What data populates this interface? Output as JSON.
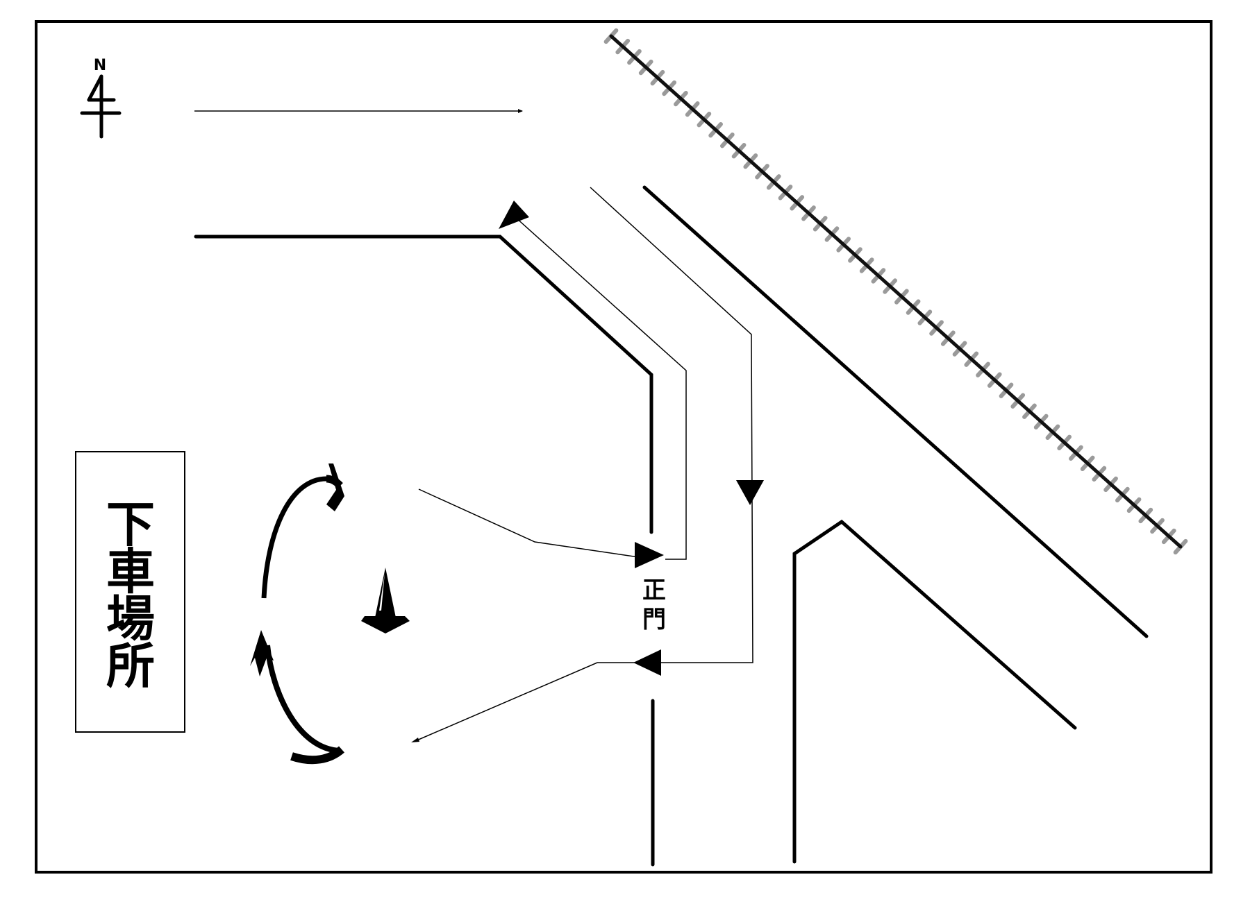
{
  "diagram": {
    "title_box": {
      "text_chars": [
        "下",
        "車",
        "場",
        "所"
      ]
    },
    "gate_label": {
      "text_chars": [
        "正",
        "門"
      ]
    },
    "north_indicator": {
      "label": "N",
      "icon": "north-arrow-icon"
    },
    "icons": {
      "traffic_cone": "traffic-cone-icon",
      "turnaround": "u-turn-arrows-icon",
      "railway": "railway-track-icon"
    },
    "colors": {
      "ink": "#000000",
      "background": "#ffffff",
      "railway_ties": "#9a9a9a"
    }
  }
}
